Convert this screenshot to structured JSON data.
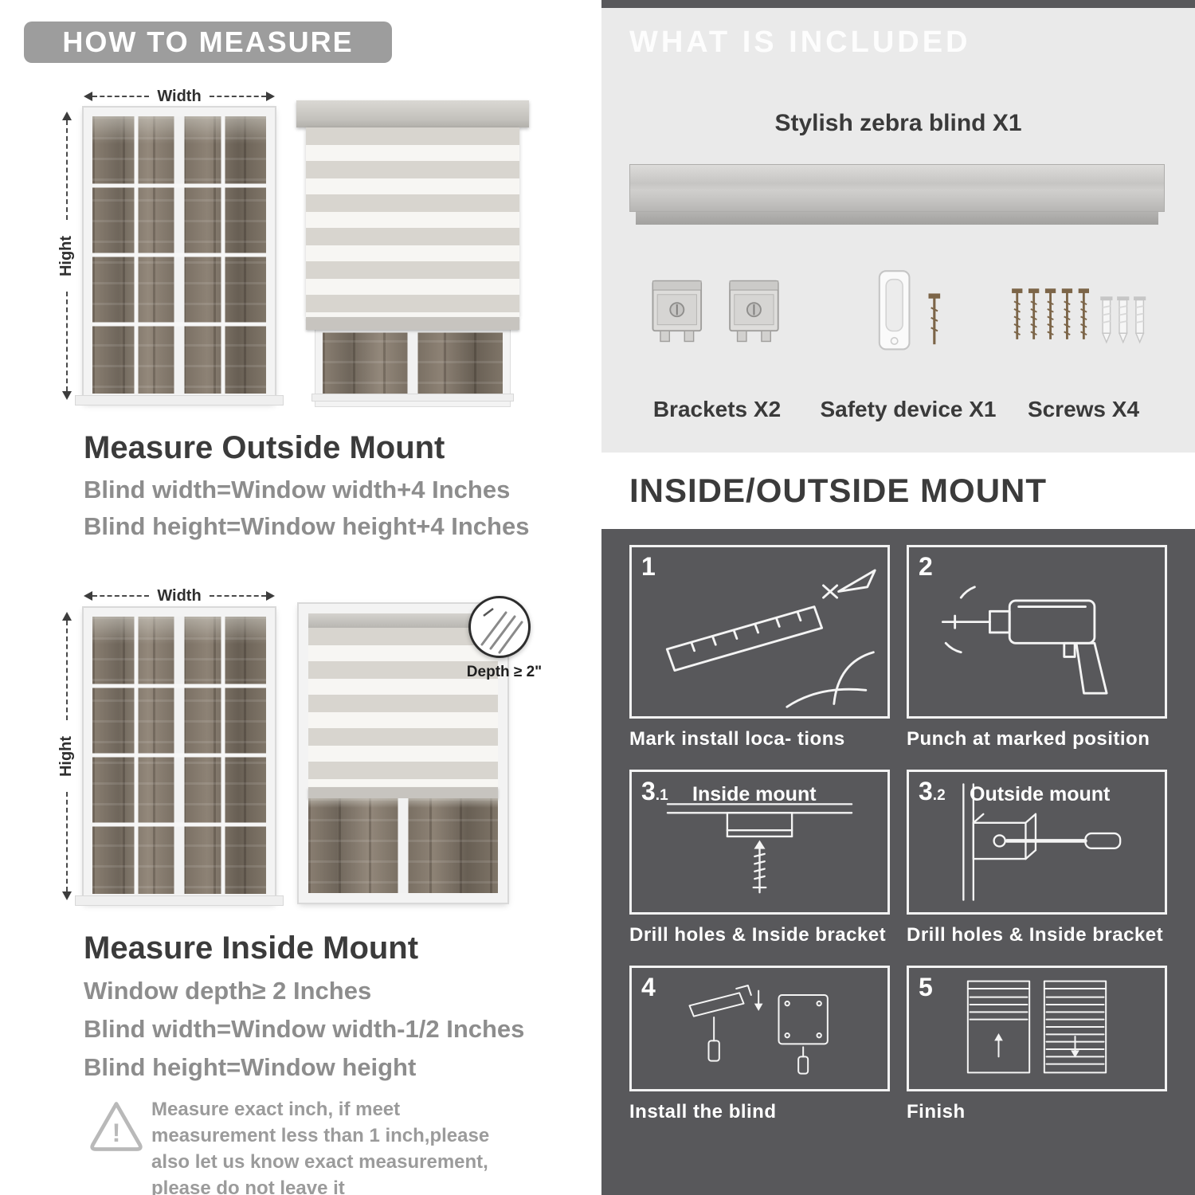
{
  "colors": {
    "pill_gray": "#9d9d9d",
    "light_panel": "#eaeaea",
    "dark_panel": "#58585b",
    "title_dark": "#3b3b3b",
    "body_gray": "#8d8d8d"
  },
  "left": {
    "header": "HOW TO MEASURE",
    "outside": {
      "width_label": "Width",
      "height_label": "Hight",
      "title": "Measure Outside Mount",
      "lines": [
        "Blind width=Window width+4 Inches",
        "Blind height=Window height+4 Inches"
      ]
    },
    "inside": {
      "width_label": "Width",
      "height_label": "Hight",
      "depth_callout": "Depth ≥ 2\"",
      "title": "Measure Inside Mount",
      "lines": [
        "Window depth≥ 2 Inches",
        "Blind width=Window width-1/2 Inches",
        "Blind height=Window height"
      ]
    },
    "warning": {
      "mark": "!",
      "text": "Measure exact inch, if meet measurement less than 1 inch,please also let us know exact measurement, please do not leave it"
    }
  },
  "right": {
    "included": {
      "header": "WHAT IS INCLUDED",
      "product_label": "Stylish zebra blind X1",
      "items": [
        {
          "label": "Brackets X2"
        },
        {
          "label": "Safety device X1"
        },
        {
          "label": "Screws X4"
        }
      ]
    },
    "mount": {
      "header": "INSIDE/OUTSIDE MOUNT",
      "steps": [
        {
          "num": "1",
          "sub": "",
          "tag": "",
          "caption": "Mark install loca- tions"
        },
        {
          "num": "2",
          "sub": "",
          "tag": "",
          "caption": "Punch at marked position"
        },
        {
          "num": "3",
          "sub": ".1",
          "tag": "Inside mount",
          "caption": "Drill holes & Inside bracket"
        },
        {
          "num": "3",
          "sub": ".2",
          "tag": "Outside mount",
          "caption": "Drill holes & Inside bracket"
        },
        {
          "num": "4",
          "sub": "",
          "tag": "",
          "caption": "Install the blind"
        },
        {
          "num": "5",
          "sub": "",
          "tag": "",
          "caption": "Finish"
        }
      ]
    }
  }
}
